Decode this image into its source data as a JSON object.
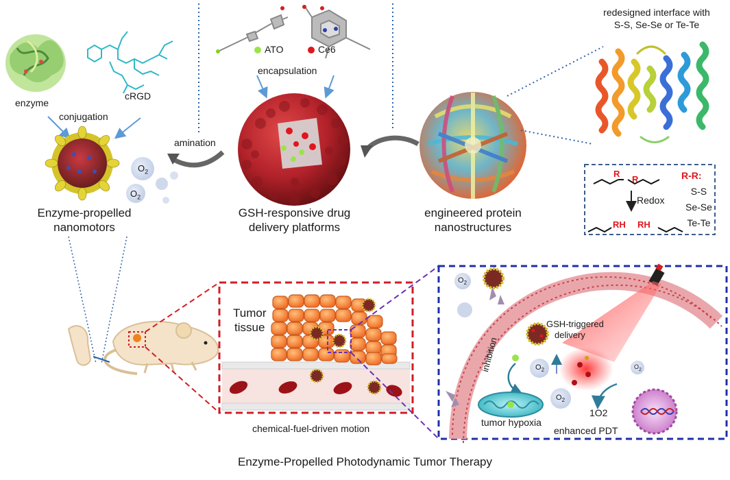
{
  "top_left": {
    "enzyme_label": "enzyme",
    "crgd_label": "cRGD",
    "conjugation_label": "conjugation",
    "o2_label_1": "O",
    "o2_label_2": "O",
    "o2_sub": "2",
    "caption_line1": "Enzyme-propelled",
    "caption_line2": "nanomotors"
  },
  "top_middle": {
    "ato_label": "ATO",
    "ce6_label": "Ce6",
    "encapsulation_label": "encapsulation",
    "amination_label": "amination",
    "caption_line1": "GSH-responsive drug",
    "caption_line2": "delivery platforms"
  },
  "top_right": {
    "interface_line1": "redesigned interface with",
    "interface_line2": "S-S, Se-Se or Te-Te",
    "caption_line1": "engineered protein",
    "caption_line2": "nanostructures",
    "redox_box": {
      "r_label": "R",
      "rr_label": "R-R:",
      "redox_label": "Redox",
      "rh_label": "RH",
      "options": [
        "S-S",
        "Se-Se",
        "Te-Te"
      ]
    }
  },
  "bottom": {
    "tumor_line1": "Tumor",
    "tumor_line2": "tissue",
    "motion_label": "chemical-fuel-driven motion",
    "gsh_line1": "GSH-triggered",
    "gsh_line2": "delivery",
    "inhibition_label": "inhibition",
    "hypoxia_label": "tumor hypoxia",
    "pdt_label": "enhanced PDT",
    "singlet_label": "1O2",
    "o2": "O",
    "o2_sub": "2"
  },
  "title": "Enzyme-Propelled Photodynamic Tumor Therapy",
  "colors": {
    "red_dash": "#d21c24",
    "blue_dash": "#1f2fa8",
    "purple_dash": "#6a2fb0",
    "dotted_blue": "#2c62a8",
    "protein_red": "#b8232a",
    "tissue_orange": "#f3833a"
  }
}
